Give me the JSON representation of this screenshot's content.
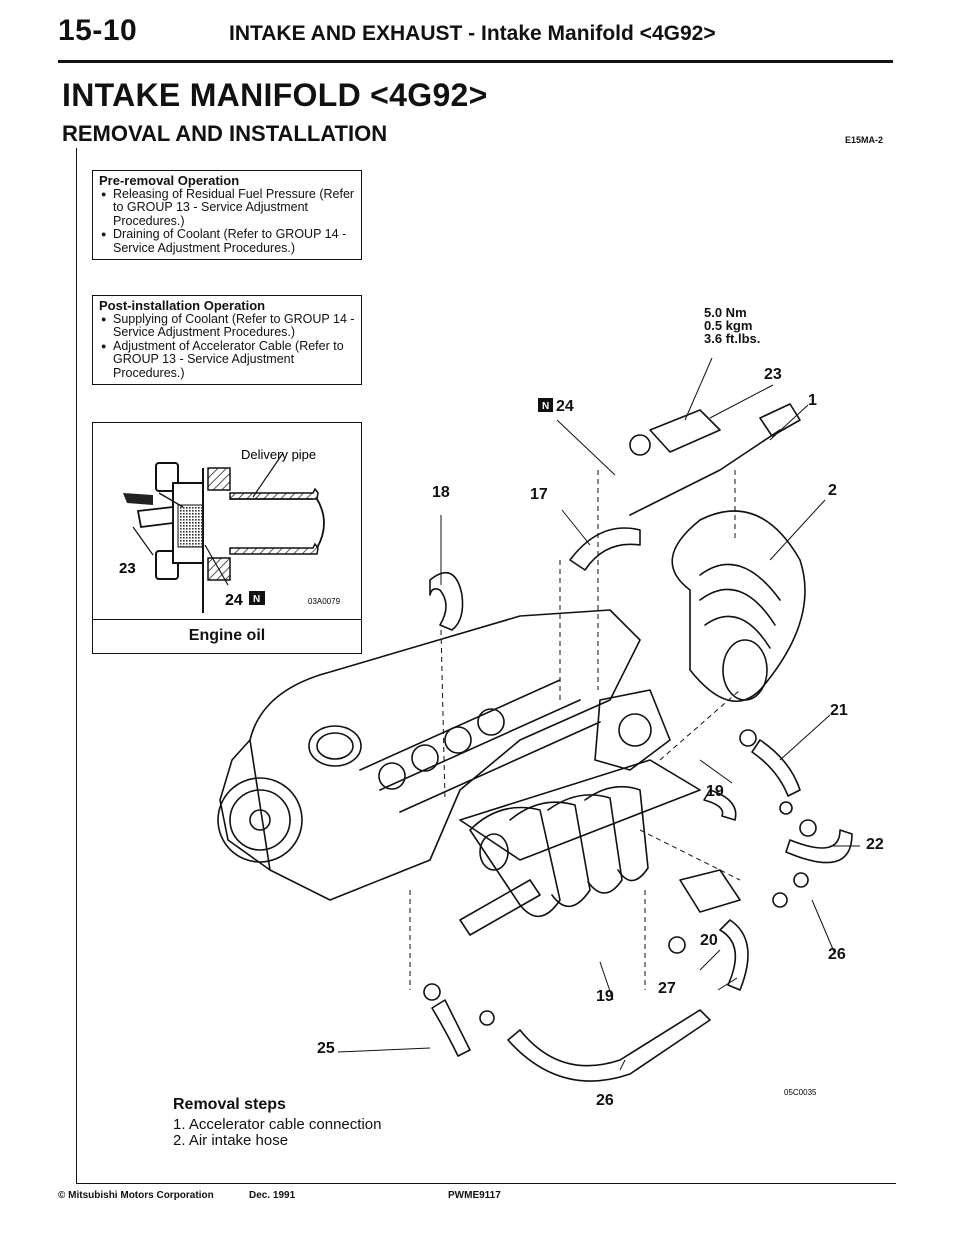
{
  "header": {
    "section_number": "15-10",
    "title": "INTAKE AND EXHAUST - Intake Manifold <4G92>"
  },
  "page_title": "INTAKE MANIFOLD <4G92>",
  "subtitle": "REMOVAL AND INSTALLATION",
  "doc_code": "E15MA-2",
  "pre_removal": {
    "heading": "Pre-removal Operation",
    "items": [
      "Releasing of Residual Fuel Pressure (Refer to GROUP 13 - Service Adjustment Procedures.)",
      "Draining of Coolant (Refer to GROUP 14 - Service Adjustment Procedures.)"
    ]
  },
  "post_installation": {
    "heading": "Post-installation Operation",
    "items": [
      "Supplying of Coolant (Refer to GROUP 14 - Service Adjustment Procedures.)",
      "Adjustment of Accelerator Cable (Refer to GROUP 13 - Service Adjustment Procedures.)"
    ]
  },
  "inset": {
    "label_delivery_pipe": "Delivery pipe",
    "label_23": "23",
    "label_24": "24",
    "code": "03A0079",
    "caption": "Engine oil"
  },
  "torque": {
    "nm": "5.0 Nm",
    "kgm": "0.5 kgm",
    "ftlbs": "3.6 ft.lbs."
  },
  "callouts": {
    "c1": "1",
    "c2": "2",
    "c17": "17",
    "c18": "18",
    "c19a": "19",
    "c19b": "19",
    "c20": "20",
    "c21": "21",
    "c22": "22",
    "c23": "23",
    "c24": "24",
    "c25": "25",
    "c26a": "26",
    "c26b": "26",
    "c27": "27"
  },
  "figure_code": "05C0035",
  "removal_steps": {
    "heading": "Removal steps",
    "steps": [
      "1. Accelerator cable connection",
      "2. Air intake hose"
    ]
  },
  "footer": {
    "copyright": "© Mitsubishi Motors Corporation",
    "date": "Dec. 1991",
    "pub_code": "PWME9117"
  }
}
